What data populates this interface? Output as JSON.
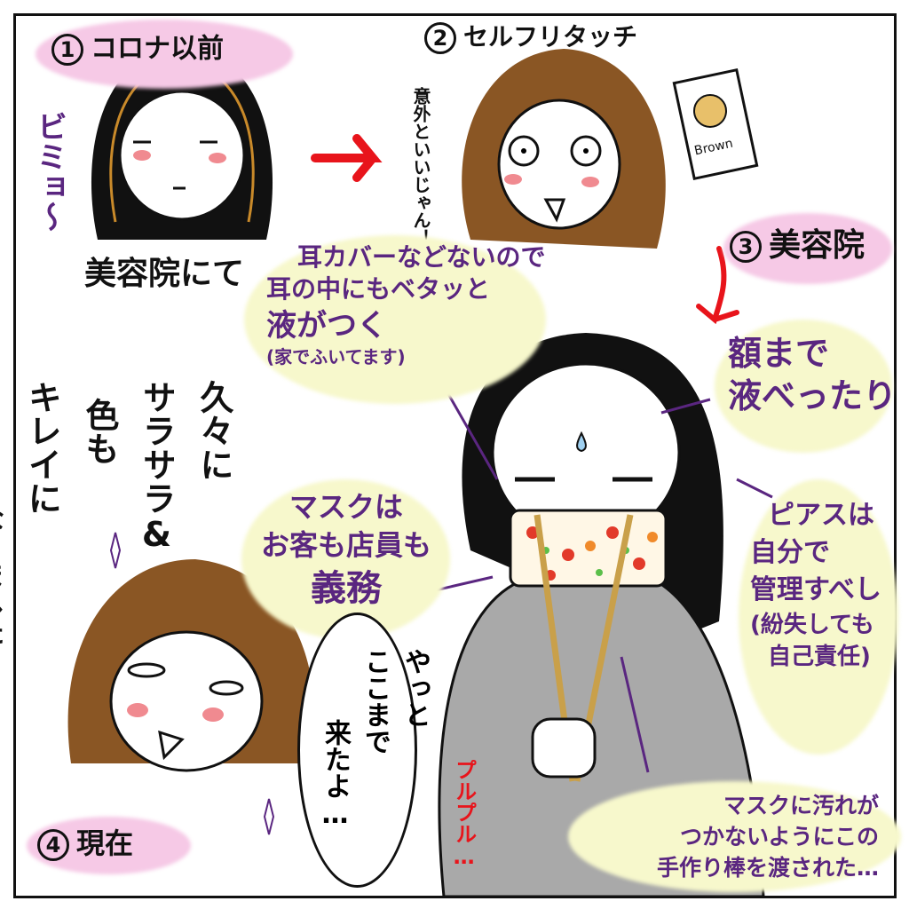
{
  "panel1": {
    "number": "1",
    "title": "コロナ以前",
    "side": "ビミョ〜",
    "caption": "美容院にて"
  },
  "panel2": {
    "number": "2",
    "title": "セルフリタッチ",
    "thought": "意外といいじゃん！",
    "box_label": "Brown"
  },
  "panel3": {
    "number": "3",
    "title": "美容院",
    "note_ears": [
      "耳カバーなどないので",
      "耳の中にもベタッと",
      "液がつく",
      "(家でふいてます)"
    ],
    "note_forehead": [
      "額まで",
      "液べったり"
    ],
    "note_mask": [
      "マスクは",
      "お客も店員も",
      "義務"
    ],
    "note_piercing": [
      "ピアスは",
      "自分で",
      "管理すべし",
      "(紛失しても",
      "自己責任)"
    ],
    "note_stick": [
      "マスクに汚れが",
      "つかないようにこの",
      "手作り棒を渡された…"
    ],
    "sfx": "プルプル…"
  },
  "panel4": {
    "number": "4",
    "title": "現在",
    "narration": [
      "久々に",
      "サラサラ&",
      "色も",
      "キレイに",
      "なりました♥"
    ],
    "speech": [
      "やっと",
      "ここまで",
      "来たよ…"
    ]
  },
  "colors": {
    "accent_purple": "#5a2680",
    "arrow_red": "#e8141b",
    "label_pink": "#f6c9e6",
    "note_yellow": "#f7f8cc",
    "hair_brown": "#8a5624",
    "shirt_gray": "#a9a9a9"
  }
}
